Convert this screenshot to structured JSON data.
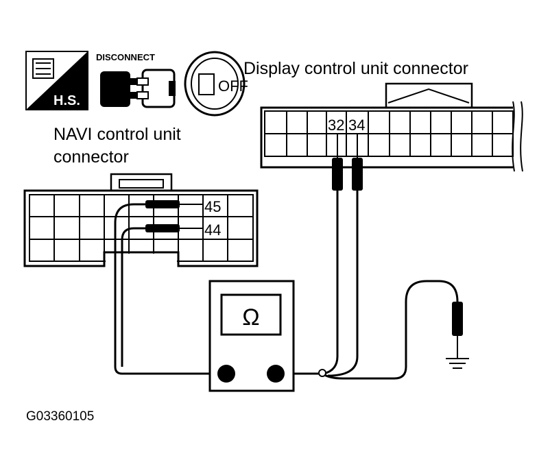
{
  "icons": {
    "hs_badge": "H.S.",
    "disconnect_label": "DISCONNECT",
    "ignition_label": "OFF"
  },
  "labels": {
    "display_connector": "Display control unit connector",
    "navi_connector_line1": "NAVI control unit",
    "navi_connector_line2": "connector",
    "figure_id": "G03360105"
  },
  "pins": {
    "navi_upper": "45",
    "navi_lower": "44",
    "display_left": "32",
    "display_right": "34"
  },
  "meter": {
    "symbol": "Ω"
  },
  "colors": {
    "line": "#000000",
    "background": "#ffffff"
  }
}
